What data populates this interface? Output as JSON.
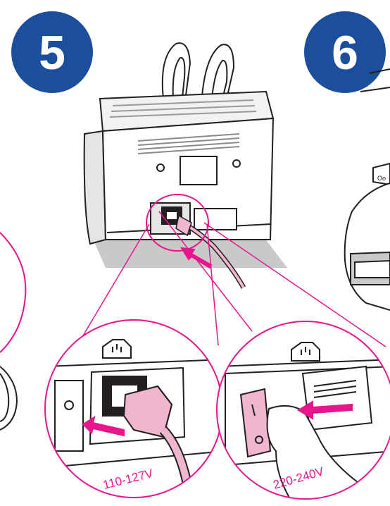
{
  "steps": [
    {
      "number": "5"
    },
    {
      "number": "6"
    }
  ],
  "callouts": [
    {
      "voltage": "110-127V",
      "icon": "power-inlet-icon"
    },
    {
      "voltage": "220-240V",
      "icon": "power-inlet-icon"
    }
  ],
  "colors": {
    "badge": "#1b4f9c",
    "accent": "#e8168c",
    "cord": "#f0b6cf",
    "line": "#231f20",
    "shade": "#c9c9c9"
  }
}
